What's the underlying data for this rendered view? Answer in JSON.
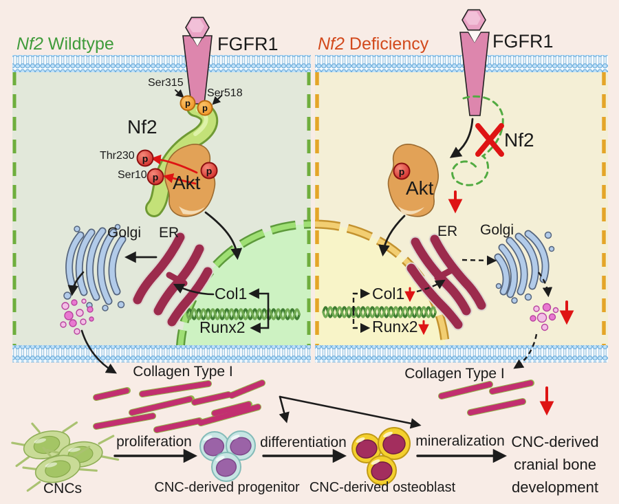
{
  "left_panel": {
    "title_gene": "Nf2",
    "title_word": "Wildtype",
    "receptor": "FGFR1",
    "nf2_label": "Nf2",
    "akt_label": "Akt",
    "phospho": "p",
    "sites": {
      "ser315": "Ser315",
      "ser518": "Ser518",
      "thr230": "Thr230",
      "ser10": "Ser10"
    },
    "golgi": "Golgi",
    "er": "ER",
    "col1": "Col1",
    "runx2": "Runx2"
  },
  "right_panel": {
    "title_gene": "Nf2",
    "title_word": "Deficiency",
    "receptor": "FGFR1",
    "nf2_label": "Nf2",
    "akt_label": "Akt",
    "phospho": "p",
    "er": "ER",
    "golgi": "Golgi",
    "col1": "Col1",
    "runx2": "Runx2"
  },
  "bottom": {
    "collagen_left": "Collagen Type I",
    "collagen_right": "Collagen Type I",
    "cncs": "CNCs",
    "proliferation": "proliferation",
    "progenitor": "CNC-derived progenitor",
    "differentiation": "differentiation",
    "osteoblast": "CNC-derived osteoblast",
    "mineralization": "mineralization",
    "outcome": [
      "CNC-derived",
      "cranial bone",
      "development"
    ]
  },
  "colors": {
    "background": "#f8ece6",
    "left_panel_bg": "#e2e8da",
    "right_panel_bg": "#f4efd6",
    "left_border_green": "#6fae3d",
    "right_border_orange": "#e4a528",
    "wildtype_title": "#3f9b3b",
    "deficiency_title": "#d2491c",
    "membrane_blue": "#bfe0f7",
    "receptor_pink": "#dd86ad",
    "nf2_band_green": "#c3e178",
    "akt_orange": "#e2a257",
    "er_maroon": "#9c2b4d",
    "golgi_blue": "#b2cbe9",
    "nucleus_left": "#cdf2c2",
    "nucleus_right": "#f8f4c8",
    "red_accent": "#de1414"
  }
}
